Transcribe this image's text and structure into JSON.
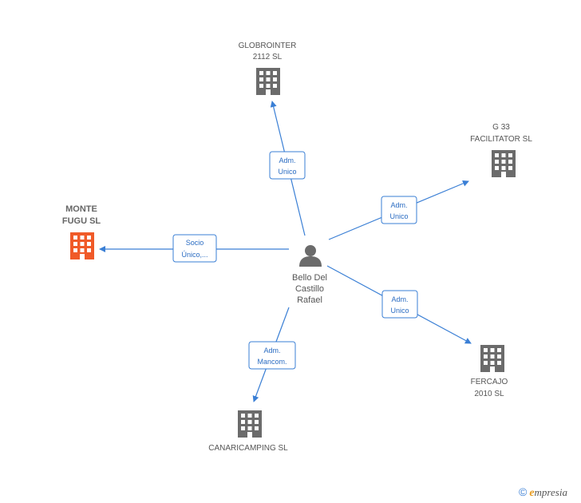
{
  "center": {
    "name_lines": [
      "Bello Del",
      "Castillo",
      "Rafael"
    ]
  },
  "companies": {
    "globrointer": {
      "lines": [
        "GLOBROINTER",
        "2112 SL"
      ],
      "color": "#6b6b6b"
    },
    "g33": {
      "lines": [
        "G 33",
        "FACILITATOR  SL"
      ],
      "color": "#6b6b6b"
    },
    "montefugu": {
      "lines": [
        "MONTE",
        "FUGU SL"
      ],
      "color": "#f05a28",
      "highlight": true
    },
    "fercajo": {
      "lines": [
        "FERCAJO",
        "2010 SL"
      ],
      "color": "#6b6b6b"
    },
    "canaricamping": {
      "lines": [
        "CANARICAMPING SL"
      ],
      "color": "#6b6b6b"
    }
  },
  "relations": {
    "globrointer": [
      "Adm.",
      "Unico"
    ],
    "g33": [
      "Adm.",
      "Unico"
    ],
    "montefugu": [
      "Socio",
      "Único,..."
    ],
    "fercajo": [
      "Adm.",
      "Unico"
    ],
    "canaricamping": [
      "Adm.",
      "Mancom."
    ]
  },
  "footer": {
    "copyright": "©",
    "brand_e": "e",
    "brand_rest": "mpresia"
  },
  "colors": {
    "edge": "#3a7fd5",
    "person": "#6b6b6b"
  }
}
